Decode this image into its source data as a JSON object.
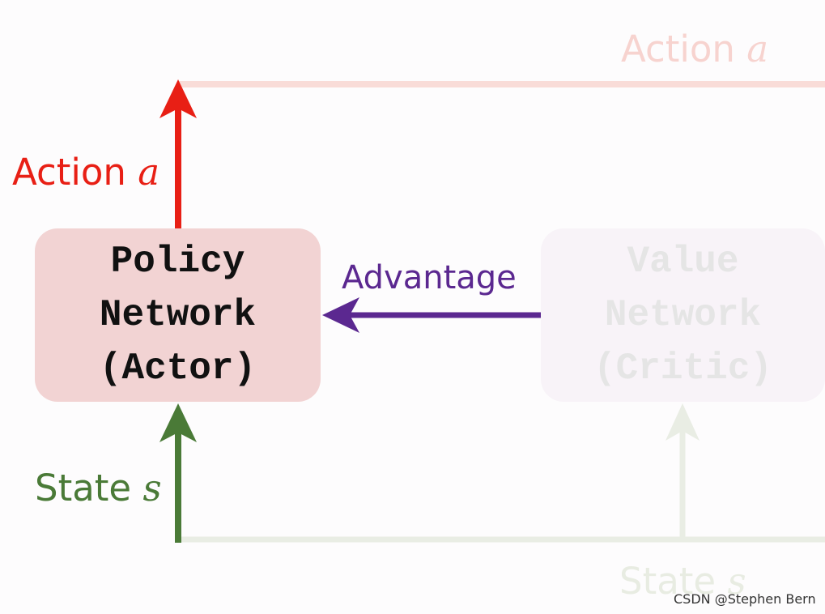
{
  "policy_network": {
    "line1": "Policy",
    "line2": "Network",
    "line3": "(Actor)"
  },
  "value_network": {
    "line1": "Value",
    "line2": "Network",
    "line3": "(Critic)"
  },
  "labels": {
    "action_word": "Action",
    "action_symbol": "a",
    "state_word": "State",
    "state_symbol": "s",
    "advantage": "Advantage"
  },
  "watermark": "CSDN @Stephen Bern",
  "colors": {
    "action_red": "#e81f15",
    "action_red_faded": "#f9dcd8",
    "state_green": "#4a7a37",
    "state_green_faded": "#e9ede4",
    "advantage_purple": "#5b2890",
    "policy_box_fill": "#f2d3d3",
    "value_box_fill": "#f8f3f8"
  },
  "icons": {
    "action_arrow": "arrow-up",
    "state_arrow": "arrow-up",
    "advantage_arrow": "arrow-left"
  }
}
